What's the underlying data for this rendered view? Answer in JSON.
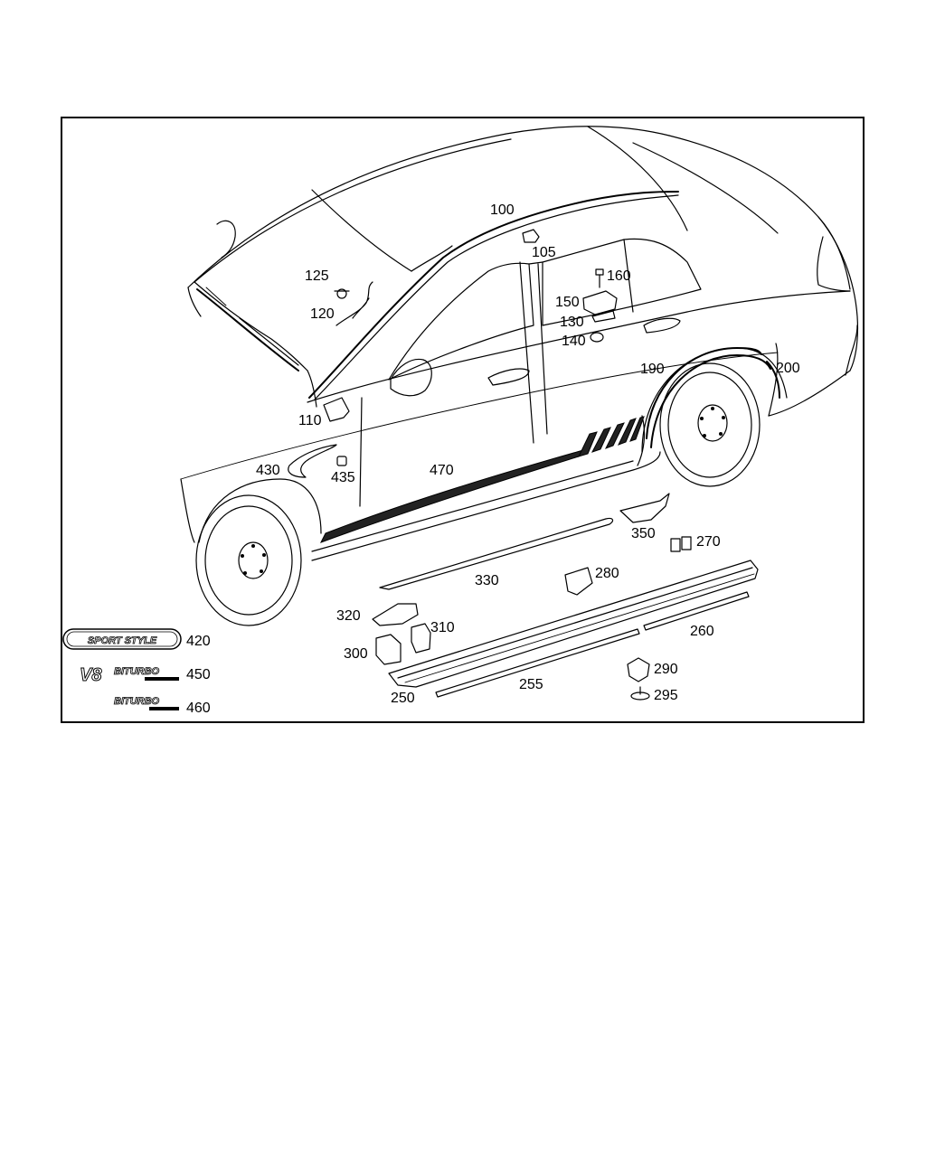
{
  "callouts": {
    "c100": "100",
    "c105": "105",
    "c110": "110",
    "c120": "120",
    "c125": "125",
    "c130": "130",
    "c140": "140",
    "c150": "150",
    "c160": "160",
    "c190": "190",
    "c200": "200",
    "c250": "250",
    "c255": "255",
    "c260": "260",
    "c270": "270",
    "c280": "280",
    "c290": "290",
    "c295": "295",
    "c300": "300",
    "c310": "310",
    "c320": "320",
    "c330": "330",
    "c350": "350",
    "c420": "420",
    "c430": "430",
    "c435": "435",
    "c450": "450",
    "c460": "460",
    "c470": "470"
  },
  "badges": {
    "sport_style": "SPORT STYLE",
    "v8": "V8",
    "biturbo_450": "BITURBO",
    "biturbo_460": "BITURBO"
  }
}
